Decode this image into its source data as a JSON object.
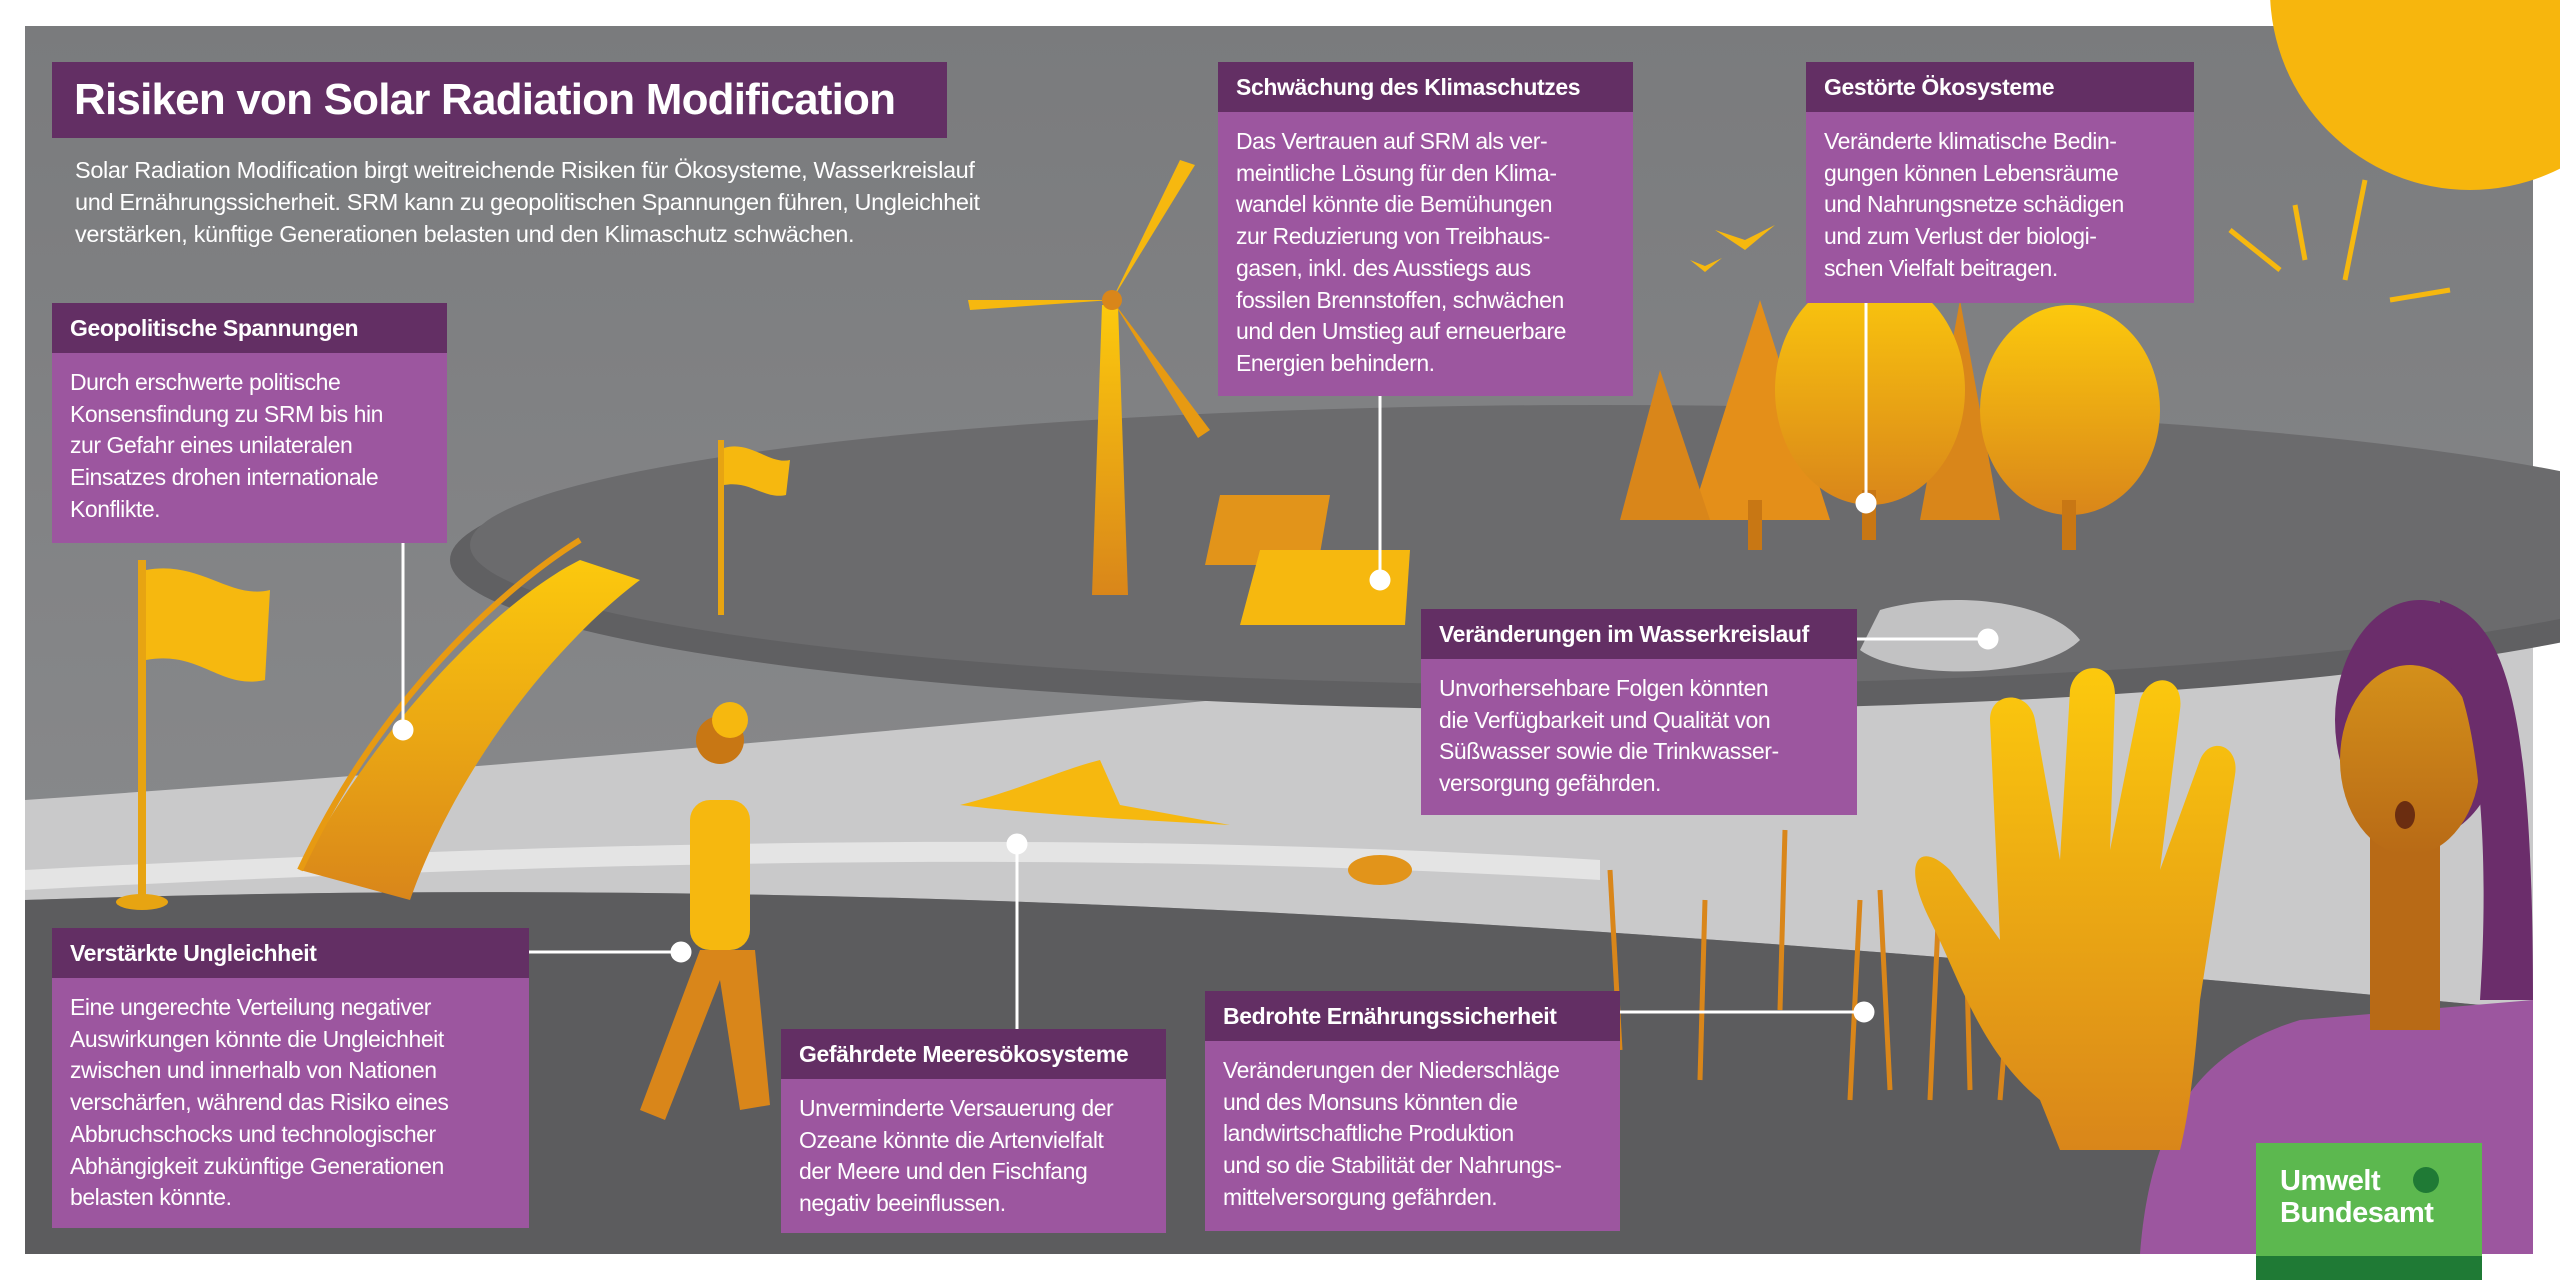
{
  "title": "Risiken von Solar Radiation Modification",
  "intro": [
    "Solar Radiation Modification birgt weitreichende Risiken für Ökosysteme, Wasserkreislauf",
    "und Ernährungssicherheit. SRM kann zu geopolitischen Spannungen führen, Ungleichheit",
    "verstärken, künftige Generationen belasten und den Klimaschutz schwächen."
  ],
  "boxes": {
    "geopolitik": {
      "title": "Geopolitische Spannungen",
      "lines": [
        "Durch erschwerte politische",
        "Konsensfindung zu SRM bis hin",
        "zur Gefahr eines unilateralen",
        "Einsatzes drohen internationale",
        "Konflikte."
      ]
    },
    "klimaschutz": {
      "title": "Schwächung des Klimaschutzes",
      "lines": [
        "Das Vertrauen auf SRM als ver-",
        "meintliche Lösung für den Klima-",
        "wandel könnte die Bemühungen",
        "zur Reduzierung von Treibhaus-",
        "gasen, inkl. des Ausstiegs aus",
        "fossilen Brennstoffen, schwächen",
        "und den Umstieg auf erneuerbare",
        "Energien behindern."
      ]
    },
    "oekosysteme": {
      "title": "Gestörte Ökosysteme",
      "lines": [
        "Veränderte klimatische Bedin-",
        "gungen können Lebensräume",
        "und Nahrungsnetze schädigen",
        "und zum Verlust der biologi-",
        "schen Vielfalt beitragen."
      ]
    },
    "wasser": {
      "title": "Veränderungen im Wasserkreislauf",
      "lines": [
        "Unvorhersehbare Folgen könnten",
        "die Verfügbarkeit und Qualität von",
        "Süßwasser sowie die Trinkwasser-",
        "versorgung gefährden."
      ]
    },
    "ungleichheit": {
      "title": "Verstärkte Ungleichheit",
      "lines": [
        "Eine ungerechte Verteilung negativer",
        "Auswirkungen könnte die Ungleichheit",
        "zwischen und innerhalb von Nationen",
        "verschärfen, während das Risiko eines",
        "Abbruchschocks und technologischer",
        "Abhängigkeit zukünftige Generationen",
        "belasten könnte."
      ]
    },
    "meer": {
      "title": "Gefährdete Meeresökosysteme",
      "lines": [
        "Unverminderte Versauerung der",
        "Ozeane könnte die Artenvielfalt",
        "der Meere und den Fischfang",
        "negativ beeinflussen."
      ]
    },
    "ernaehrung": {
      "title": "Bedrohte Ernährungssicherheit",
      "lines": [
        "Veränderungen der Niederschläge",
        "und des Monsuns könnten die",
        "landwirtschaftliche Produktion",
        "und so die Stabilität der Nahrungs-",
        "mittelversorgung gefährden."
      ]
    }
  },
  "logo": {
    "line1": "Umwelt",
    "line2": "Bundesamt"
  },
  "colors": {
    "header": "#632f64",
    "body": "#9c569f",
    "accent": "#f6b80f",
    "logo": "#5cb84f"
  }
}
